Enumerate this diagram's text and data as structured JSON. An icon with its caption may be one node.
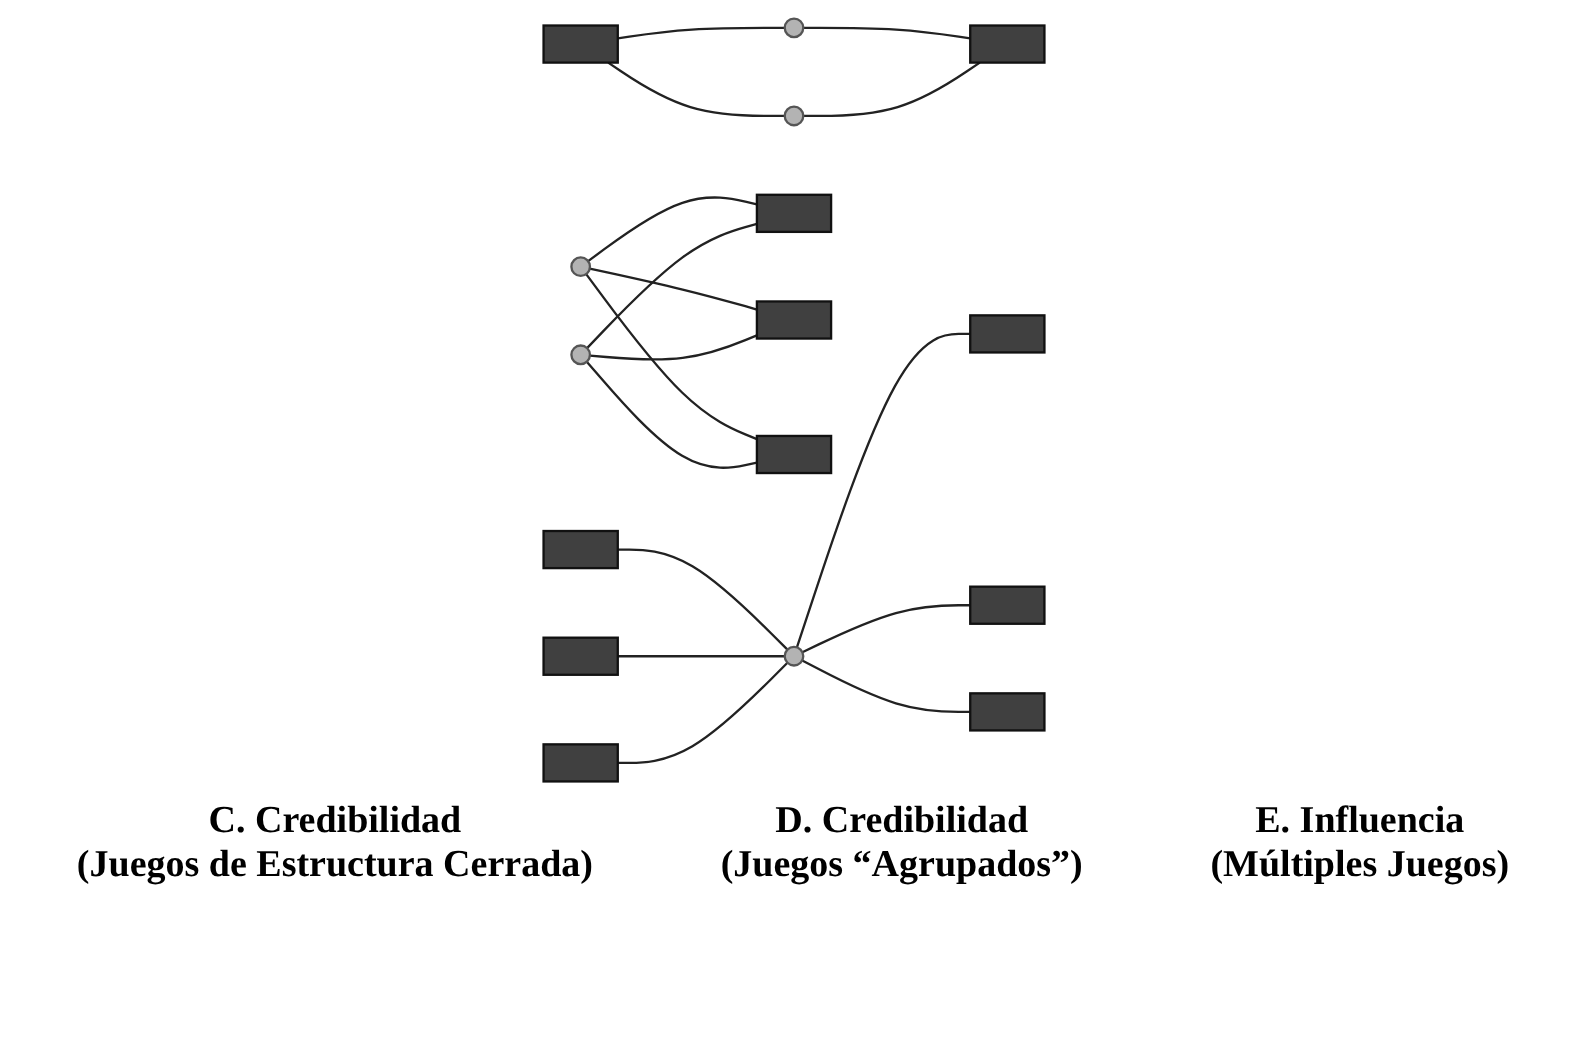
{
  "diagram": {
    "nodes": [
      {
        "text": [],
        "shape": "box"
      },
      {
        "text": [],
        "shape": "circle"
      },
      {
        "text": [],
        "shape": "circle"
      },
      {
        "text": [],
        "shape": "box"
      },
      {
        "text": [],
        "shape": "circle"
      },
      {
        "text": [],
        "shape": "box"
      },
      {
        "text": [],
        "shape": "box"
      },
      {
        "text": [],
        "shape": "box"
      },
      {
        "text": [],
        "shape": "circle"
      },
      {
        "text": [],
        "shape": "box"
      },
      {
        "text": [],
        "shape": "box"
      },
      {
        "text": [],
        "shape": "box"
      },
      {
        "text": [],
        "shape": "circle"
      },
      {
        "text": [],
        "shape": "box"
      },
      {
        "text": [],
        "shape": "box"
      },
      {
        "text": [],
        "shape": "box"
      }
    ],
    "edges": [
      {
        "from": 0,
        "to": 1,
        "arrow": "none"
      },
      {
        "from": 0,
        "to": 2,
        "arrow": "none"
      },
      {
        "from": 1,
        "to": 3,
        "arrow": "none"
      },
      {
        "from": 2,
        "to": 3,
        "arrow": "none"
      },
      {
        "from": 4,
        "to": 5,
        "arrow": "none"
      },
      {
        "from": 4,
        "to": 6,
        "arrow": "none"
      },
      {
        "from": 4,
        "to": 7,
        "arrow": "none"
      },
      {
        "from": 8,
        "to": 5,
        "arrow": "none"
      },
      {
        "from": 8,
        "to": 6,
        "arrow": "none"
      },
      {
        "from": 8,
        "to": 7,
        "arrow": "none"
      },
      {
        "from": 9,
        "to": 12,
        "arrow": "none"
      },
      {
        "from": 10,
        "to": 12,
        "arrow": "none"
      },
      {
        "from": 11,
        "to": 12,
        "arrow": "none"
      },
      {
        "from": 12,
        "to": 13,
        "arrow": "none"
      },
      {
        "from": 12,
        "to": 14,
        "arrow": "none"
      },
      {
        "from": 12,
        "to": 15,
        "arrow": "none"
      }
    ],
    "labels": [
      "C. Credibilidad",
      "(Juegos de Estructura Cerrada)",
      "D. Credibilidad",
      "(Juegos “Agrupados”)",
      "E. Influencia",
      "(Múltiples Juegos)"
    ]
  }
}
